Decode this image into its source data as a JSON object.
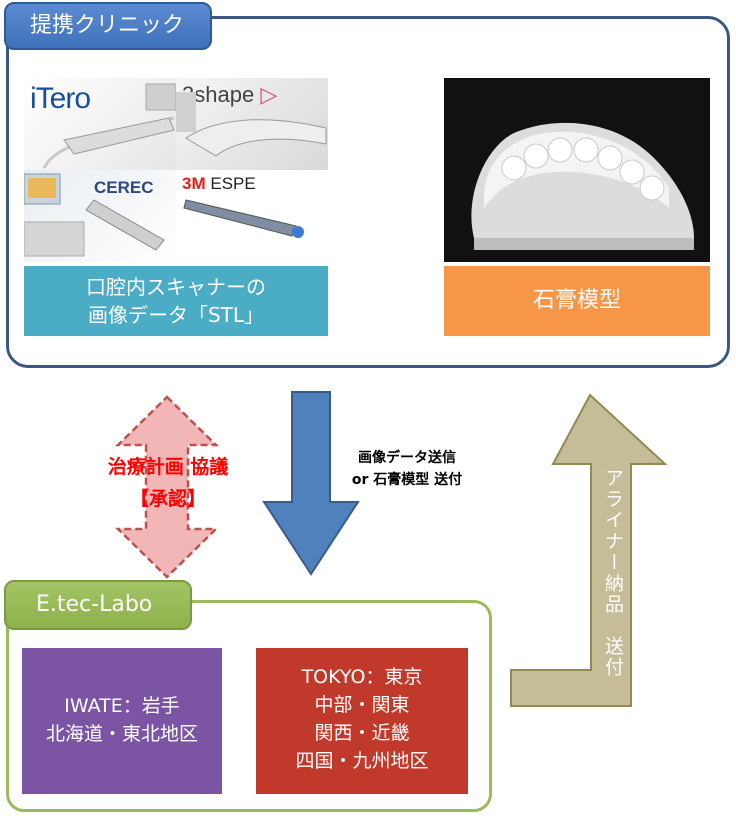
{
  "clinic": {
    "tab_label": "提携クリニック",
    "scanner_brands": [
      "iTero",
      "3shape",
      "CEREC",
      "3M",
      "ESPE"
    ],
    "stl_line1": "口腔内スキャナーの",
    "stl_line2": "画像データ「STL」",
    "plaster_label": "石膏模型"
  },
  "flow": {
    "consult_line1": "治療計画 協議",
    "consult_line2": "【承認】",
    "send_line1": "画像データ送信",
    "send_line2": "or 石膏模型 送付",
    "aligner_label": "アライナー納品　送付"
  },
  "lab": {
    "tab_label": "E.tec-Labo",
    "iwate_line1": "IWATE：岩手",
    "iwate_line2": "北海道・東北地区",
    "tokyo_line1": "TOKYO：東京",
    "tokyo_line2": "中部・関東",
    "tokyo_line3": "関西・近畿",
    "tokyo_line4": "四国・九州地区"
  },
  "colors": {
    "clinic_border": "#3b5880",
    "clinic_tab": "#4f81bd",
    "stl_label": "#4bacc6",
    "plaster_label": "#f79646",
    "consult_arrow": "#f2b6b6",
    "consult_text": "#ff0000",
    "send_arrow": "#4f81bd",
    "aligner_arrow": "#c4bd97",
    "lab_border": "#9bbb59",
    "iwate_box": "#7b55a3",
    "tokyo_box": "#c0392b"
  }
}
